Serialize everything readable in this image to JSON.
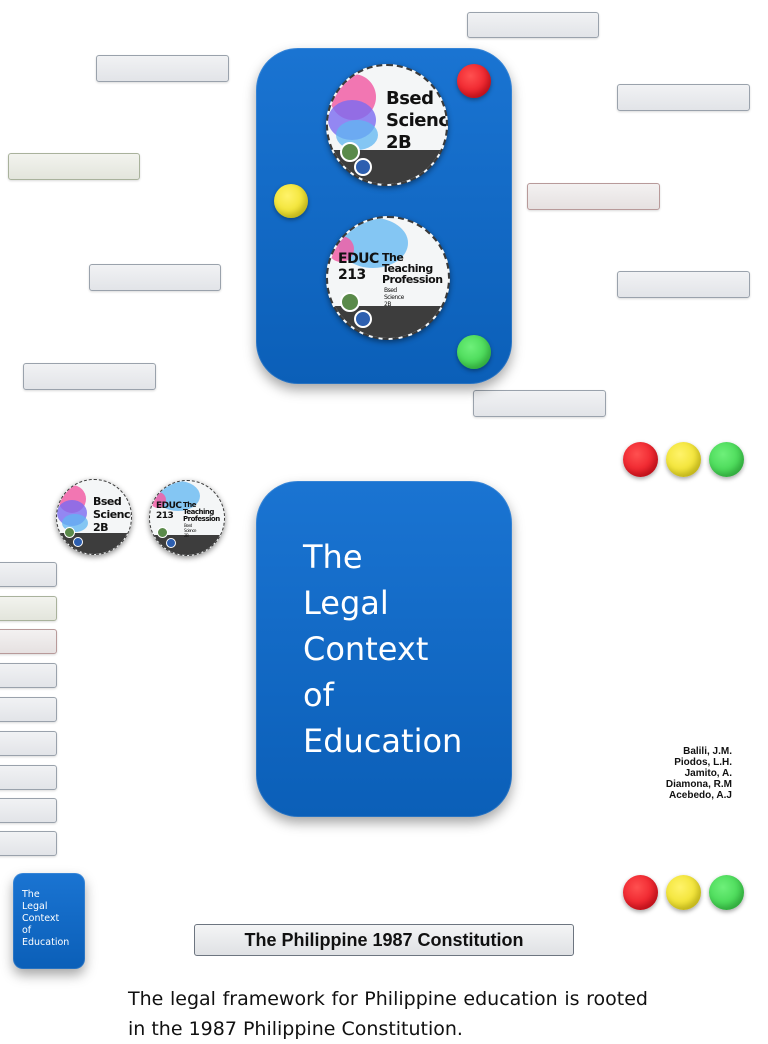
{
  "badge_science": {
    "line1": "Bsed",
    "line2": "Science",
    "line3": "2B"
  },
  "badge_educ": {
    "code_line1": "EDUC",
    "code_line2": "213",
    "title_line1": "The",
    "title_line2": "Teaching",
    "title_line3": "Profession",
    "sub_line1": "Bsed",
    "sub_line2": "Science",
    "sub_line3": "2B"
  },
  "main_title": {
    "line1": "The",
    "line2": "Legal",
    "line3": "Context",
    "line4": "of",
    "line5": "Education"
  },
  "thumb_title": {
    "line1": "The",
    "line2": "Legal",
    "line3": "Context",
    "line4": "of",
    "line5": "Education"
  },
  "authors": [
    "Balili, J.M.",
    "Piodos, L.H.",
    "Jamito, A.",
    "Diamona, R.M",
    "Acebedo, A.J"
  ],
  "section_heading": "The Philippine 1987 Constitution",
  "body_text": "The legal framework for Philippine education is rooted in the 1987 Philippine Constitution.",
  "colors": {
    "panel_blue": "#0b5fb8",
    "red_dot": "#e00010",
    "yellow_dot": "#e6d60a",
    "green_dot": "#2cc63c"
  }
}
